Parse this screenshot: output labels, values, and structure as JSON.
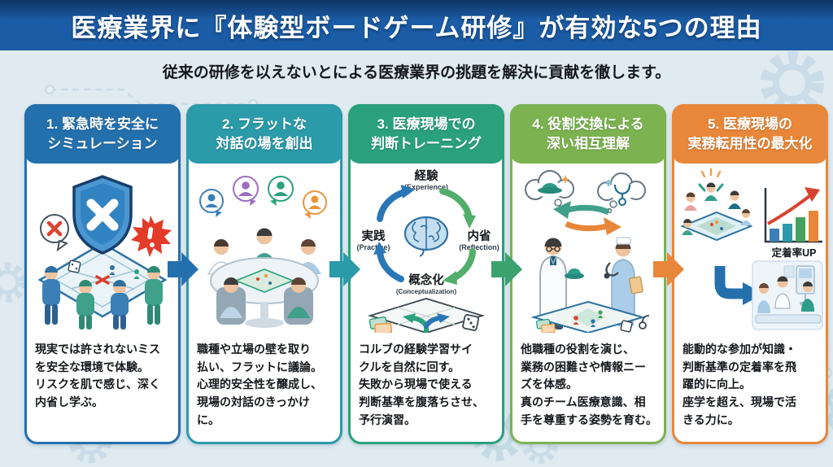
{
  "page": {
    "title": "医療業界に『体験型ボードゲーム研修』が有効な5つの理由",
    "subtitle": "従来の研修を以えないとによる医療業界の挑題を解決に貢献を徹します。"
  },
  "colors": {
    "banner_blue": "#1B5CA6",
    "background": "#DFEAF1",
    "step1_blue": "#2470AD",
    "step2_teal": "#2B9AA9",
    "step3_green": "#2AA17C",
    "step4_lightgreen": "#7CB350",
    "step5_orange": "#E8873A",
    "alert_red": "#D8432F"
  },
  "cards": [
    {
      "title_line1": "1. 緊急時を安全に",
      "title_line2": "シミュレーション",
      "description": "現実では許されないミス\nを安全な環境で体験。\nリスクを肌で感じ、深く\n内省し学ぶ。",
      "accent": "#2470AD",
      "illustration": "shield-over-board-with-staff"
    },
    {
      "title_line1": "2. フラットな",
      "title_line2": "対話の場を創出",
      "description": "職種や立場の壁を取り\n払い、フラットに議論。\n心理的安全性を醸成し、\n現場の対話のきっかけ\nに。",
      "accent": "#2B9AA9",
      "illustration": "round-table-discussion"
    },
    {
      "title_line1": "3. 医療現場での",
      "title_line2": "判断トレーニング",
      "description": "コルブの経験学習サイ\nクルを自然に回す。\n失敗から現場で使える\n判断基準を腹落ちさせ、\n予行演習。",
      "accent": "#2AA17C",
      "illustration": "kolb-learning-cycle"
    },
    {
      "title_line1": "4. 役割交換による",
      "title_line2": "深い相互理解",
      "description": "他職種の役割を演じ、\n業務の困難さや情報ニー\nズを体感。\n真のチーム医療意識、相\n手を尊重する姿勢を育む。",
      "accent": "#7CB350",
      "illustration": "role-swap-doctor-nurse"
    },
    {
      "title_line1": "5. 医療現場の",
      "title_line2": "実務転用性の最大化",
      "description": "能動的な参加が知識・\n判断基準の定着率を飛\n躍的に向上。\n座学を超え、現場で活\nきる力に。",
      "accent": "#E8873A",
      "illustration": "board-game-to-practice-transfer"
    }
  ],
  "cycle": {
    "experience_jp": "経験",
    "experience_en": "(Experience)",
    "reflection_jp": "内省",
    "reflection_en": "(Reflection)",
    "conceptualization_jp": "概念化",
    "conceptualization_en": "(Conceptualization)",
    "practice_jp": "実践",
    "practice_en": "(Practice)"
  },
  "retention_badge": "定着率UP",
  "flow_arrows": [
    {
      "from": 1,
      "to": 2,
      "color": "#2470AD"
    },
    {
      "from": 2,
      "to": 3,
      "color": "#2B9AA9"
    },
    {
      "from": 3,
      "to": 4,
      "color": "#3BA26E"
    },
    {
      "from": 4,
      "to": 5,
      "color": "#E8873A"
    }
  ],
  "icons": {
    "shield-x-icon": "shield with white X",
    "alert-icon": "red starburst with exclamation",
    "error-bubble-icon": "speech bubble with red X",
    "brain-icon": "brain in learning cycle",
    "swap-arrows-icon": "role exchange arrows",
    "bar-chart-icon": "rising bar chart with arrow",
    "bent-arrow-icon": "blue transfer arrow",
    "gear-icon": "background gear ornament"
  }
}
